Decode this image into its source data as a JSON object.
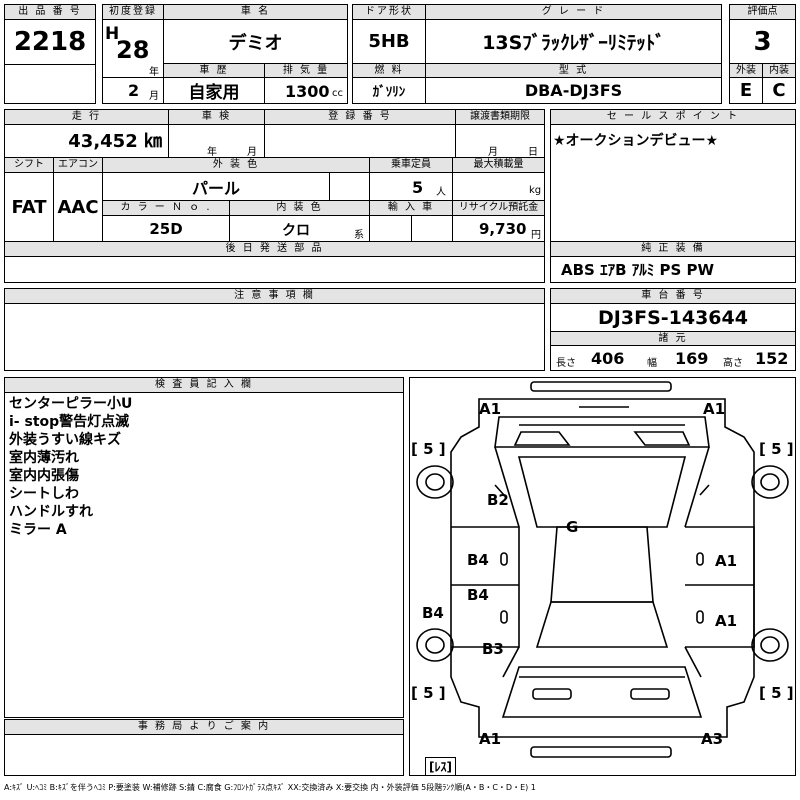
{
  "header": {
    "lot_label": "出 品 番 号",
    "lot_no": "2218",
    "reg_label": "初度登録",
    "era": "H",
    "year": "28",
    "year_unit": "年",
    "month": "2",
    "month_unit": "月",
    "name_label": "車 名",
    "car_name": "デミオ",
    "history_label": "車 歴",
    "history": "自家用",
    "disp_label": "排 気 量",
    "displacement": "1300",
    "disp_unit": "cc",
    "door_label": "ドア形状",
    "door": "5HB",
    "fuel_label": "燃 料",
    "fuel": "ｶﾞｿﾘﾝ",
    "grade_label": "グ レ ー ド",
    "grade": "13Sﾌﾞﾗｯｸﾚｻﾞｰﾘﾐﾃｯﾄﾞ",
    "model_label": "型 式",
    "model": "DBA-DJ3FS",
    "score_label": "評価点",
    "score": "3",
    "ext_label": "外装",
    "ext": "E",
    "int_label": "内装",
    "int": "C"
  },
  "row2": {
    "mileage_label": "走 行",
    "mileage": "43,452 ㎞",
    "shaken_label": "車 検",
    "shaken_year": "年",
    "shaken_month": "月",
    "regno_label": "登 録 番 号",
    "transfer_label": "譲渡書類期限",
    "transfer_month": "月",
    "transfer_day": "日",
    "shift_label": "シフト",
    "shift": "FAT",
    "ac_label": "エアコン",
    "ac": "AAC",
    "color_label": "外 装 色",
    "color": "パール",
    "capacity_label": "乗車定員",
    "capacity": "5",
    "capacity_unit": "人",
    "load_label": "最大積載量",
    "load_unit": "kg",
    "colorno_label": "カ ラ ー Ｎ ｏ .",
    "color_no": "25D",
    "intcolor_label": "内 装 色",
    "int_color": "クロ",
    "int_color_unit": "系",
    "import_label": "輸 入 車",
    "recycle_label": "リサイクル預託金",
    "recycle": "9,730",
    "recycle_unit": "円",
    "later_label": "後 日 発 送 部 品"
  },
  "sales": {
    "label": "セ ー ル ス ポ イ ン ト",
    "text": "★オークションデビュー★",
    "equip_label": "純 正 装 備",
    "equip": "ABS ｴｱB ｱﾙﾐ PS PW"
  },
  "notes": {
    "label": "注 意 事 項 欄"
  },
  "chassis": {
    "label": "車 台 番 号",
    "number": "DJ3FS-143644",
    "dims_label": "諸 元",
    "len_label": "長さ",
    "len": "406",
    "wid_label": "幅",
    "wid": "169",
    "hei_label": "高さ",
    "hei": "152"
  },
  "inspector": {
    "label": "検 査 員 記 入 欄",
    "lines": [
      "センターピラー小U",
      "i- stop警告灯点滅",
      "外装うすい線キズ",
      "室内薄汚れ",
      "室内内張傷",
      "シートしわ",
      "ハンドルすれ",
      "ミラー A"
    ]
  },
  "office": {
    "label": "事 務 局 よ り ご 案 内"
  },
  "diagram": {
    "fl": "A1",
    "fr": "A1",
    "tl": "[ 5 ]",
    "tr": "[ 5 ]",
    "b2": "B2",
    "g": "G",
    "b4a": "B4",
    "b4b": "B4",
    "b4c": "B4",
    "b3": "B3",
    "ra1a": "A1",
    "ra1b": "A1",
    "bl": "[ 5 ]",
    "br": "[ 5 ]",
    "rl": "A1",
    "rr": "A3",
    "less": "[ﾚｽ]"
  },
  "legend": "A:ｷｽﾞ U:ﾍｺﾐ B:ｷｽﾞを伴うﾍｺﾐ P:要塗装 W:補修跡 S:錆 C:腐食 G:ﾌﾛﾝﾄｶﾞﾗｽ点ｷｽﾞ XX:交換済み X:要交換 内・外装評価 5段階ﾗﾝｸ順(A・B・C・D・E) 1"
}
